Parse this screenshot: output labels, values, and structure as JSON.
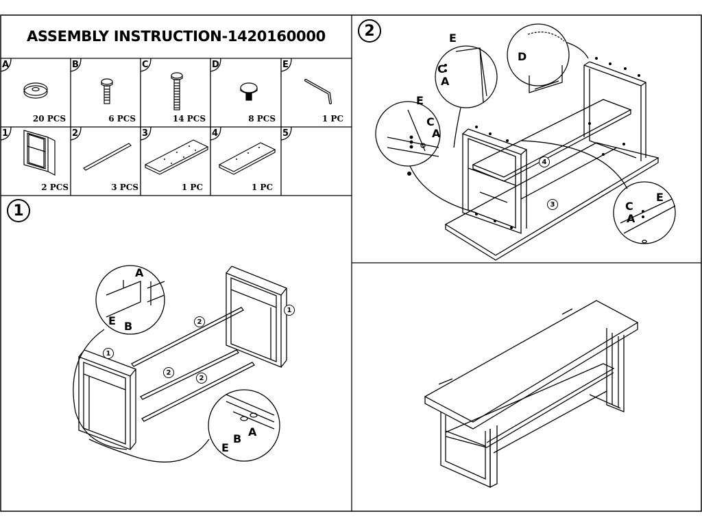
{
  "header": {
    "title": "ASSEMBLY  INSTRUCTION-1420160000"
  },
  "hardware": [
    {
      "letter": "A",
      "qty": "20 PCS",
      "icon": "washer-icon"
    },
    {
      "letter": "B",
      "qty": "6 PCS",
      "icon": "short-bolt-icon"
    },
    {
      "letter": "C",
      "qty": "14 PCS",
      "icon": "long-bolt-icon"
    },
    {
      "letter": "D",
      "qty": "8 PCS",
      "icon": "leveling-foot-icon"
    },
    {
      "letter": "E",
      "qty": "1 PC",
      "icon": "allen-key-icon"
    }
  ],
  "parts": [
    {
      "num": "1",
      "qty": "2 PCS",
      "icon": "side-frame-icon"
    },
    {
      "num": "2",
      "qty": "3 PCS",
      "icon": "rail-bar-icon"
    },
    {
      "num": "3",
      "qty": "1 PC",
      "icon": "top-panel-icon"
    },
    {
      "num": "4",
      "qty": "1 PC",
      "icon": "shelf-panel-icon"
    },
    {
      "num": "5",
      "qty": "",
      "icon": ""
    }
  ],
  "steps": {
    "step1": {
      "number": "1",
      "callouts": [
        "A",
        "E",
        "B",
        "B",
        "A",
        "E"
      ],
      "part_labels": [
        "1",
        "1",
        "2",
        "2",
        "2"
      ]
    },
    "step2": {
      "number": "2",
      "callouts": [
        "E",
        "C",
        "A",
        "D",
        "E",
        "C",
        "A",
        "C",
        "E",
        "A"
      ],
      "part_labels": [
        "4",
        "3"
      ]
    }
  }
}
